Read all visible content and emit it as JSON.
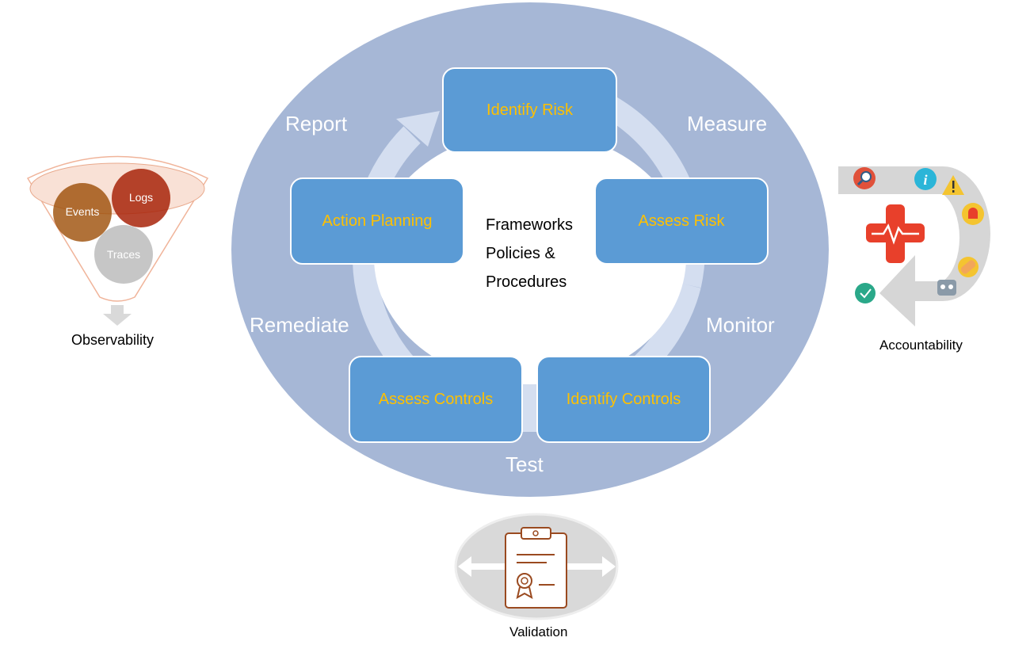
{
  "cycle": {
    "steps": {
      "identify_risk": "Identify Risk",
      "assess_risk": "Assess Risk",
      "identify_controls": "Identify Controls",
      "assess_controls": "Assess Controls",
      "action_planning": "Action Planning"
    },
    "phases": {
      "report": "Report",
      "measure": "Measure",
      "monitor": "Monitor",
      "test": "Test",
      "remediate": "Remediate"
    },
    "center": {
      "line1": "Frameworks",
      "line2": "Policies &",
      "line3": "Procedures"
    }
  },
  "observability": {
    "label": "Observability",
    "circles": {
      "events": "Events",
      "logs": "Logs",
      "traces": "Traces"
    }
  },
  "accountability": {
    "label": "Accountability",
    "icons": [
      "search-icon",
      "info-icon",
      "warning-icon",
      "alarm-icon",
      "bandage-icon",
      "robot-icon",
      "check-icon",
      "health-cross-icon"
    ]
  },
  "validation": {
    "label": "Validation",
    "icon": "certificate-clipboard-icon"
  },
  "colors": {
    "ellipse": "#a6b7d6",
    "box": "#5b9bd5",
    "box_text": "#ffc000",
    "arrow_ring": "#d4def0"
  }
}
